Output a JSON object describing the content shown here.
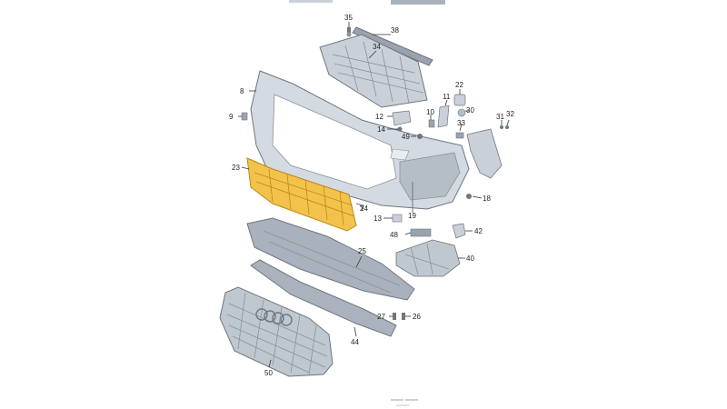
{
  "diagram": {
    "callouts": [
      "35",
      "38",
      "34",
      "8",
      "22",
      "11",
      "10",
      "30",
      "9",
      "12",
      "14",
      "33",
      "31",
      "32",
      "49",
      "23",
      "18",
      "24",
      "13",
      "19",
      "48",
      "42",
      "25",
      "40",
      "27",
      "26",
      "44",
      "50"
    ],
    "colors": {
      "bumper": "#d3dae1",
      "highlight": "#f2c24a",
      "highlight_stroke": "#b88a17",
      "part_fill": "#c9d0d8",
      "dark_part": "#9aa3ad",
      "label": "#222222"
    }
  }
}
